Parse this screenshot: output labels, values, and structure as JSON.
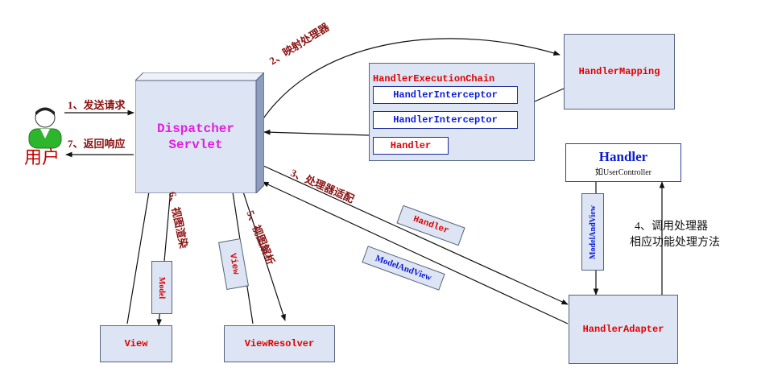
{
  "user": {
    "label": "用户"
  },
  "dispatcher": {
    "line1": "Dispatcher",
    "line2": "Servlet"
  },
  "handler_mapping": {
    "label": "HandlerMapping"
  },
  "execution_chain": {
    "title": "HandlerExecutionChain",
    "interceptor1": "HandlerInterceptor",
    "interceptor2": "HandlerInterceptor",
    "handler": "Handler"
  },
  "handler_box": {
    "title": "Handler",
    "subtitle": "如UserController"
  },
  "handler_adapter": {
    "label": "HandlerAdapter"
  },
  "view_box": {
    "label": "View"
  },
  "view_resolver": {
    "label": "ViewResolver"
  },
  "steps": {
    "s1": "1、发送请求",
    "s7": "7、返回响应",
    "s2": "2、映射处理器",
    "s3": "3、处理器适配",
    "s4_line1": "4、调用处理器",
    "s4_line2": "相应功能处理方法",
    "s5": "5、视图解析",
    "s6": "6、视图渲染"
  },
  "tags": {
    "handler": "Handler",
    "model_and_view": "ModelAndView",
    "model_and_view_vertical": "ModelAndView",
    "model": "Model",
    "view": "View"
  },
  "colors": {
    "box_fill": "#dde4f3",
    "box_border": "#55657f",
    "dispatcher_text": "#e020e0",
    "label_red": "#e00000",
    "label_blue": "#0a1bd6",
    "step_text": "#8b1212",
    "user_icon_green": "#2db52d"
  }
}
